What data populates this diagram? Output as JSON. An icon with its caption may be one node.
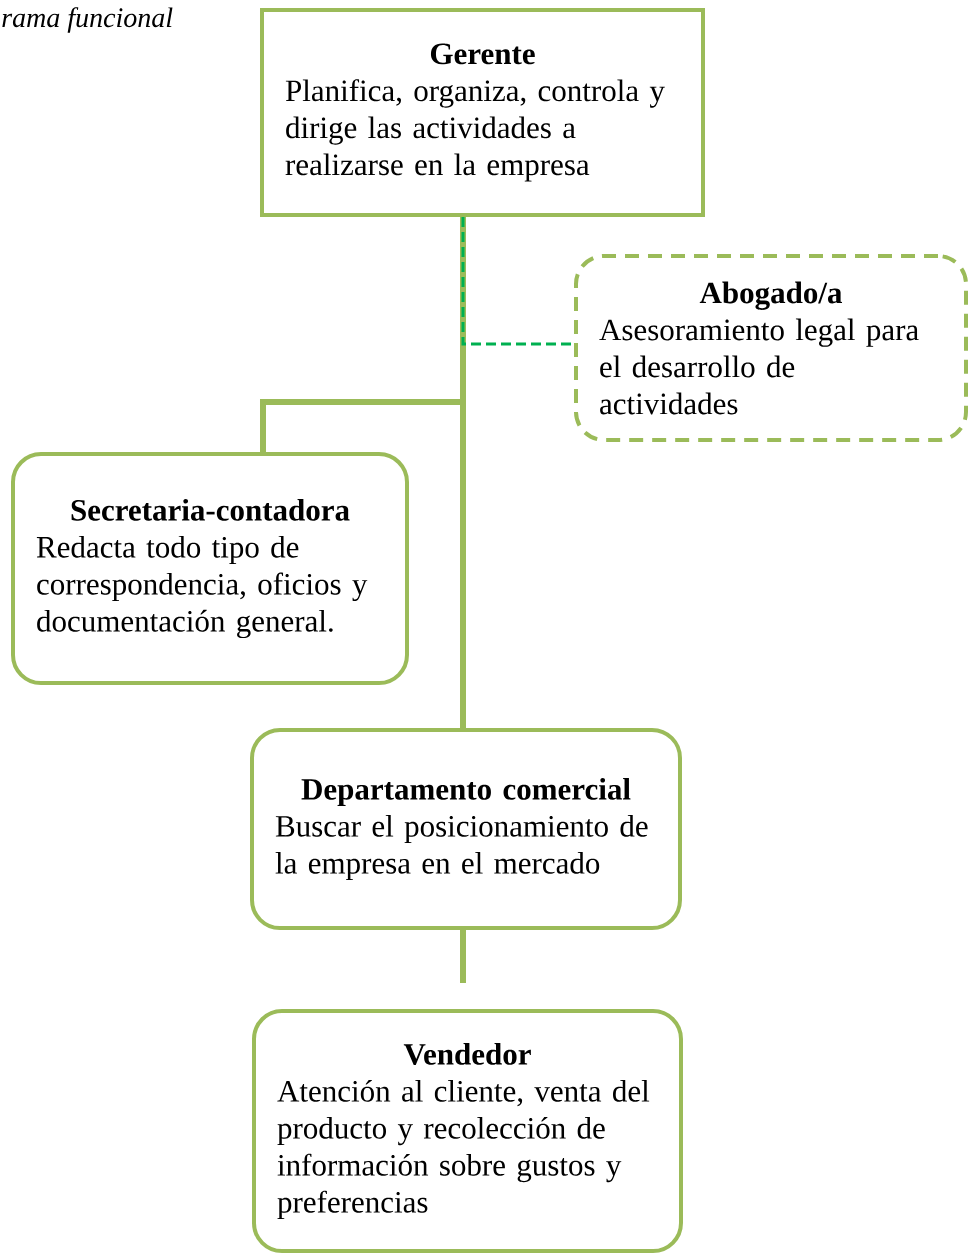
{
  "diagram": {
    "title": "rama funcional",
    "nodes": [
      {
        "text": [
          "Gerente",
          "Planifica, organiza, controla y dirige las actividades a realizarse en la empresa"
        ]
      },
      {
        "text": [
          "Abogado/a",
          "Asesoramiento legal para el desarrollo de actividades"
        ]
      },
      {
        "text": [
          "Secretaria-contadora",
          "Redacta todo tipo de correspondencia, oficios y documentación general."
        ]
      },
      {
        "text": [
          "Departamento comercial",
          "Buscar el posicionamiento de la empresa en el mercado"
        ]
      },
      {
        "text": [
          "Vendedor",
          "Atención al cliente, venta del producto y recolección de información sobre gustos y preferencias"
        ]
      }
    ],
    "edges": [
      {
        "from": 0,
        "to": 3,
        "arrow": "none"
      },
      {
        "from": 0,
        "to": 2,
        "arrow": "none"
      },
      {
        "from": 0,
        "to": 1,
        "arrow": "none",
        "style": "dashed",
        "color": "#00b050"
      },
      {
        "from": 3,
        "to": 4,
        "arrow": "none"
      }
    ]
  }
}
